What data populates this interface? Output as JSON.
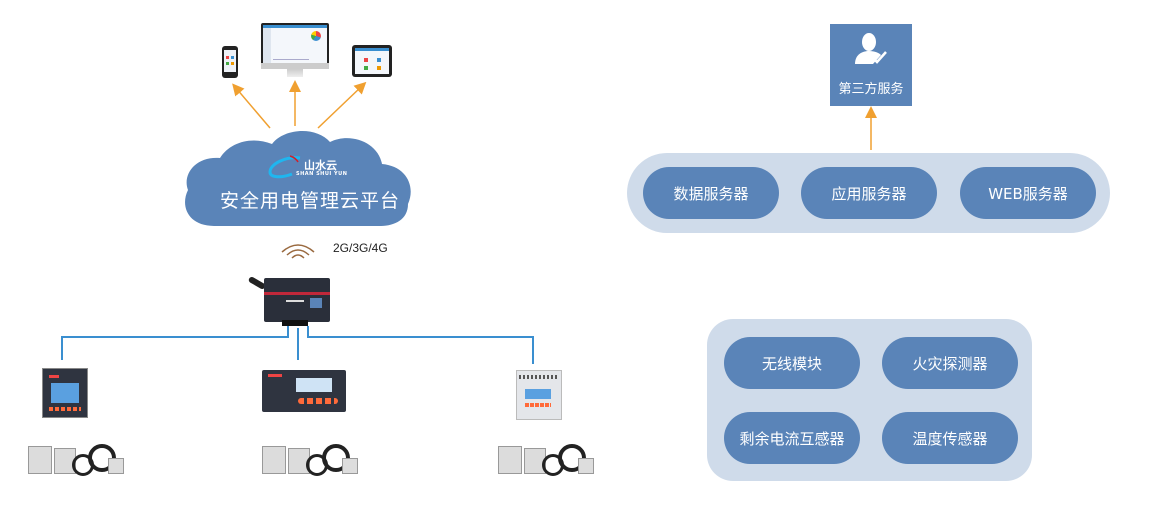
{
  "cloud": {
    "logo_cn": "山水云",
    "logo_en": "SHAN SHUI YUN",
    "title": "安全用电管理云平台"
  },
  "network": {
    "label": "2G/3G/4G"
  },
  "third_party": {
    "label": "第三方服务",
    "icon": "user-check-icon"
  },
  "server_group": {
    "items": [
      {
        "label": "数据服务器"
      },
      {
        "label": "应用服务器"
      },
      {
        "label": "WEB服务器"
      }
    ]
  },
  "device_group": {
    "items": [
      {
        "label": "无线模块"
      },
      {
        "label": "火灾探测器"
      },
      {
        "label": "剩余电流互感器"
      },
      {
        "label": "温度传感器"
      }
    ]
  },
  "terminals": [
    "phone",
    "desktop-monitor",
    "tablet"
  ],
  "field_devices": [
    "residual-current-monitor-panel",
    "residual-current-monitor-din",
    "din-rail-monitor"
  ],
  "colors": {
    "primary_blue": "#5a84b8",
    "panel_bg": "#cfdbea",
    "arrow_orange": "#f0a030",
    "line_blue": "#3a8fd0"
  }
}
